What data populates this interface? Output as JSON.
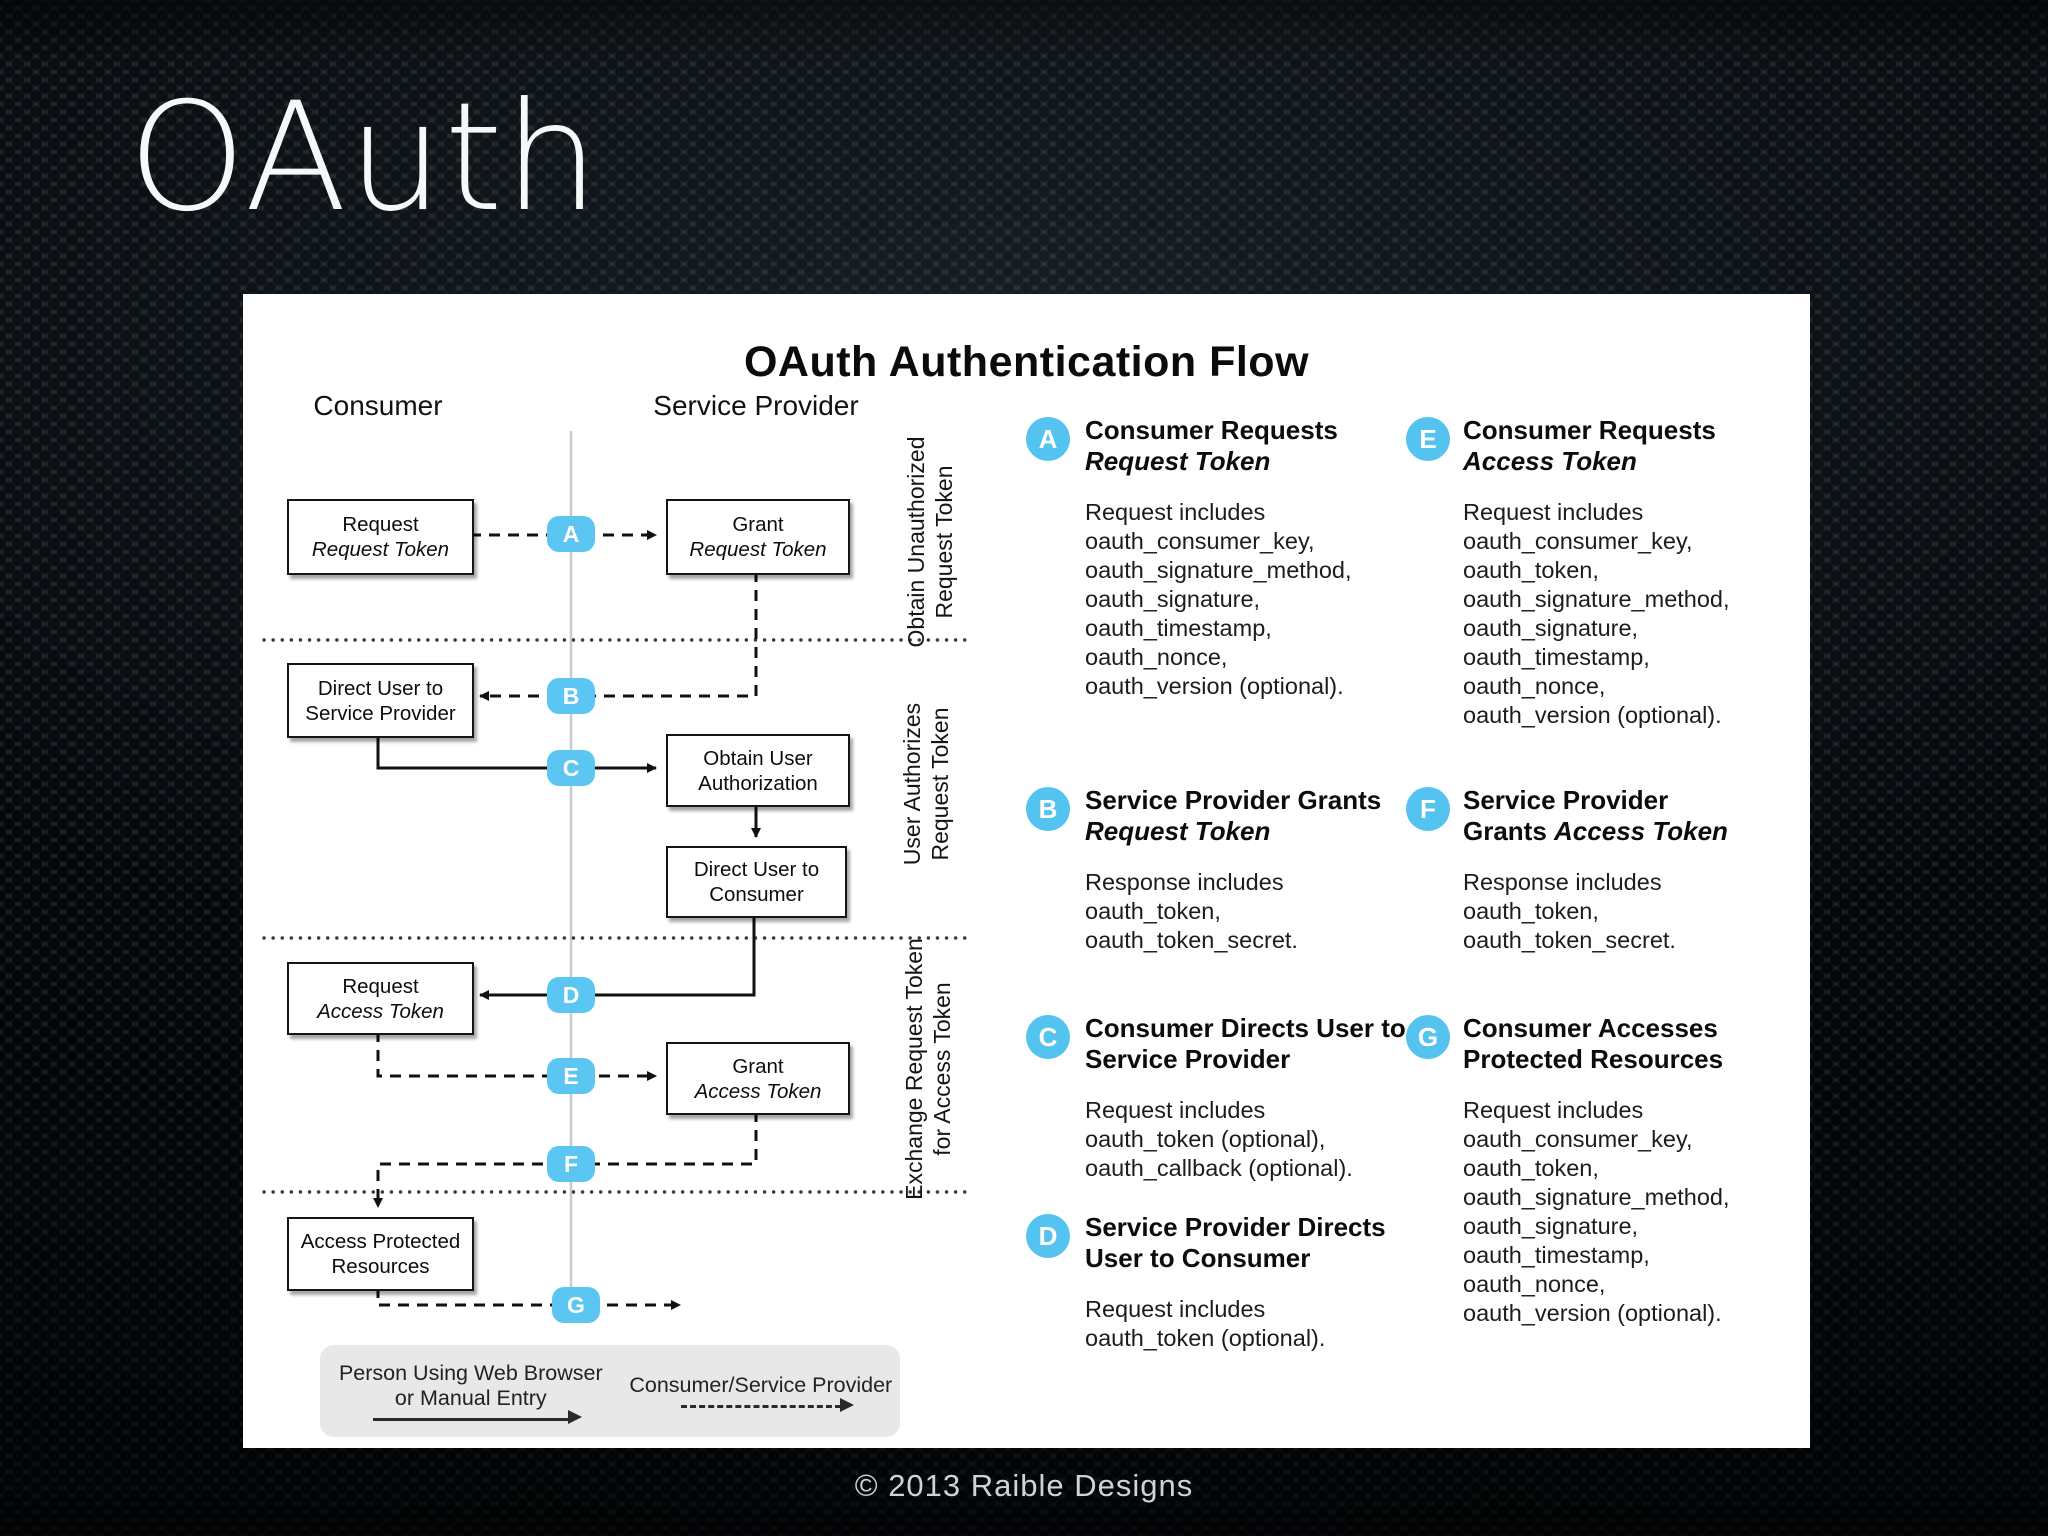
{
  "slide": {
    "title": "OAuth",
    "footer": "© 2013 Raible Designs"
  },
  "colors": {
    "accent_blue": "#5cc6f2",
    "panel_background": "#ffffff",
    "slide_background": "#1a2126"
  },
  "diagram": {
    "title": "OAuth Authentication Flow",
    "lanes": {
      "consumer": "Consumer",
      "service_provider": "Service Provider"
    },
    "boxes": {
      "request_request_token": {
        "line1": "Request",
        "line2": "Request Token"
      },
      "grant_request_token": {
        "line1": "Grant",
        "line2": "Request Token"
      },
      "direct_user_to_sp": {
        "line1": "Direct User to",
        "line2": "Service Provider"
      },
      "obtain_user_auth": {
        "line1": "Obtain User",
        "line2": "Authorization"
      },
      "direct_user_to_consumer": {
        "line1": "Direct User to",
        "line2": "Consumer"
      },
      "request_access_token": {
        "line1": "Request",
        "line2": "Access Token"
      },
      "grant_access_token": {
        "line1": "Grant",
        "line2": "Access Token"
      },
      "access_protected_resources": {
        "line1": "Access Protected",
        "line2": "Resources"
      }
    },
    "badges": {
      "a": "A",
      "b": "B",
      "c": "C",
      "d": "D",
      "e": "E",
      "f": "F",
      "g": "G"
    },
    "phases": {
      "p1": {
        "lines": [
          "Obtain Unauthorized",
          "Request Token"
        ]
      },
      "p2": {
        "lines": [
          "User Authorizes",
          "Request Token"
        ]
      },
      "p3": {
        "lines": [
          "Exchange Request Token",
          "for Access Token"
        ]
      }
    },
    "legend": {
      "browser": {
        "lines": [
          "Person Using Web Browser",
          "or Manual Entry"
        ]
      },
      "consumer_sp": {
        "lines": [
          "Consumer/Service Provider"
        ]
      }
    }
  },
  "notes": {
    "a": {
      "badge": "A",
      "title_line1": "Consumer Requests",
      "title_line2_plain": "",
      "title_line2_italic": "Request Token",
      "body": [
        "Request includes",
        "oauth_consumer_key,",
        "oauth_signature_method,",
        "oauth_signature,",
        "oauth_timestamp,",
        "oauth_nonce,",
        "oauth_version (optional)."
      ]
    },
    "b": {
      "badge": "B",
      "title_line1": "Service Provider Grants",
      "title_line2_plain": "",
      "title_line2_italic": "Request Token",
      "body": [
        "Response includes",
        "oauth_token,",
        "oauth_token_secret."
      ]
    },
    "c": {
      "badge": "C",
      "title_line1": "Consumer Directs User to",
      "title_line2_plain": "Service Provider",
      "title_line2_italic": "",
      "body": [
        "Request includes",
        "oauth_token (optional),",
        "oauth_callback (optional)."
      ]
    },
    "d": {
      "badge": "D",
      "title_line1": "Service Provider Directs",
      "title_line2_plain": "User to Consumer",
      "title_line2_italic": "",
      "body": [
        "Request includes",
        "oauth_token (optional)."
      ]
    },
    "e": {
      "badge": "E",
      "title_line1": "Consumer Requests",
      "title_line2_plain": "",
      "title_line2_italic": "Access Token",
      "body": [
        "Request includes",
        "oauth_consumer_key,",
        "oauth_token,",
        "oauth_signature_method,",
        "oauth_signature,",
        "oauth_timestamp,",
        "oauth_nonce,",
        "oauth_version (optional)."
      ]
    },
    "f": {
      "badge": "F",
      "title_line1": "Service Provider",
      "title_line2_plain": "Grants ",
      "title_line2_italic": "Access Token",
      "body": [
        "Response includes",
        "oauth_token,",
        "oauth_token_secret."
      ]
    },
    "g": {
      "badge": "G",
      "title_line1": "Consumer Accesses",
      "title_line2_plain": "Protected Resources",
      "title_line2_italic": "",
      "body": [
        "Request includes",
        "oauth_consumer_key,",
        "oauth_token,",
        "oauth_signature_method,",
        "oauth_signature,",
        "oauth_timestamp,",
        "oauth_nonce,",
        "oauth_version (optional)."
      ]
    }
  }
}
